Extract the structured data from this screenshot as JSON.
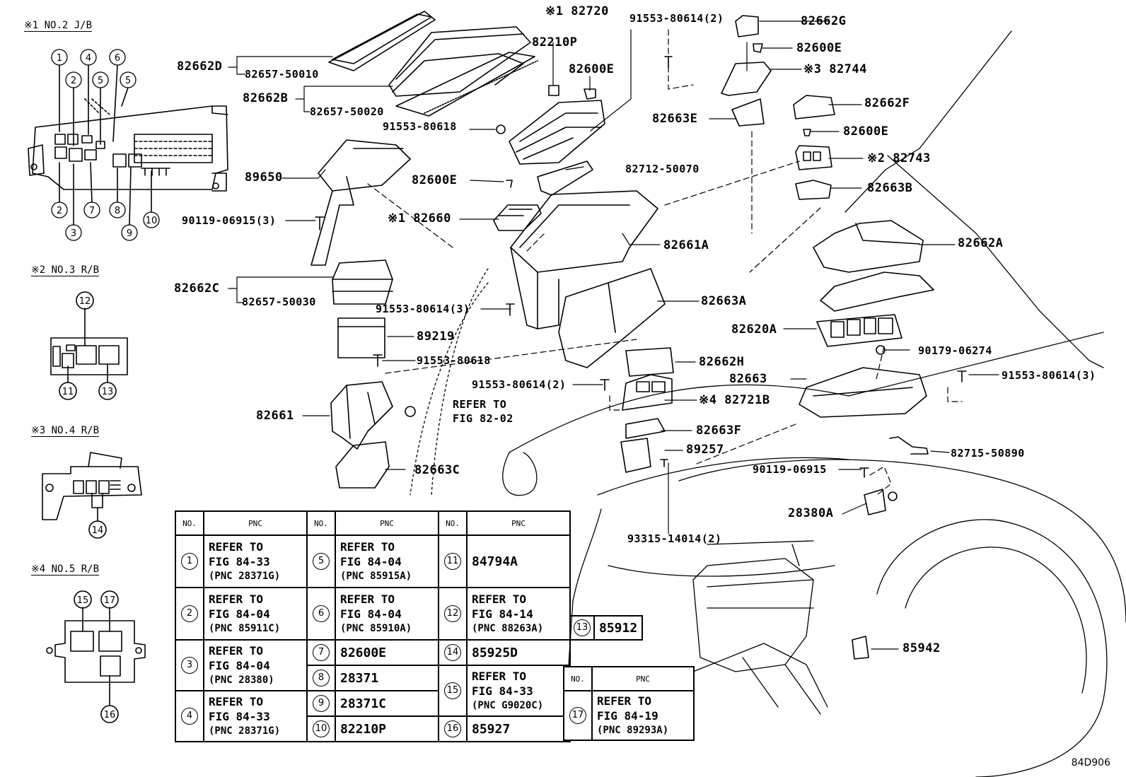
{
  "sections": {
    "s1": "※1 NO.2 J/B",
    "s2": "※2 NO.3 R/B",
    "s3": "※3 NO.4 R/B",
    "s4": "※4 NO.5 R/B"
  },
  "callout_numbers": [
    "1",
    "2",
    "3",
    "4",
    "5",
    "6",
    "7",
    "8",
    "9",
    "10",
    "11",
    "12",
    "13",
    "14",
    "15",
    "16",
    "17"
  ],
  "labels": {
    "p82662D": "82662D",
    "p82657_50010": "82657-50010",
    "p82662B": "82662B",
    "p82657_50020": "82657-50020",
    "p82720": "※1 82720",
    "p82210P": "82210P",
    "p82600E_1": "82600E",
    "p91553_80618_a": "91553-80618",
    "p91553_80614_2a": "91553-80614(2)",
    "p82662G": "82662G",
    "p82600E_2": "82600E",
    "p82744": "※3 82744",
    "p82663E": "82663E",
    "p82662F": "82662F",
    "p82600E_3": "82600E",
    "p82743": "※2 82743",
    "p82663B": "82663B",
    "p89650": "89650",
    "p82712_50070": "82712-50070",
    "p82600E_4": "82600E",
    "p90119_06915_3": "90119-06915(3)",
    "p82660": "※1 82660",
    "p82661A": "82661A",
    "p82662A": "82662A",
    "p82662C": "82662C",
    "p82657_50030": "82657-50030",
    "p91553_80614_3a": "91553-80614(3)",
    "p82663A": "82663A",
    "p89219": "89219",
    "p82620A": "82620A",
    "p90179_06274": "90179-06274",
    "p91553_80618_b": "91553-80618",
    "p82662H": "82662H",
    "p82663": "82663",
    "p91553_80614_3b": "91553-80614(3)",
    "p91553_80614_2b": "91553-80614(2)",
    "p82661": "82661",
    "p82721B": "※4 82721B",
    "p82663F": "82663F",
    "p89257": "89257",
    "p82715_50890": "82715-50890",
    "p82663C": "82663C",
    "p90119_06915": "90119-06915",
    "p28380A": "28380A",
    "p93315_14014": "93315-14014(2)",
    "p85942": "85942",
    "refer_fig": "REFER TO",
    "refer_fig2": "FIG 82-02"
  },
  "table": {
    "hdr_no": "NO.",
    "hdr_pnc": "PNC",
    "rows": {
      "r1": {
        "no": "1",
        "l1": "REFER TO",
        "l2": "FIG 84-33",
        "l3": "(PNC 28371G)"
      },
      "r2": {
        "no": "2",
        "l1": "REFER TO",
        "l2": "FIG 84-04",
        "l3": "(PNC 85911C)"
      },
      "r3": {
        "no": "3",
        "l1": "REFER TO",
        "l2": "FIG 84-04",
        "l3": "(PNC 28380)"
      },
      "r4": {
        "no": "4",
        "l1": "REFER TO",
        "l2": "FIG 84-33",
        "l3": "(PNC 28371G)"
      },
      "r5": {
        "no": "5",
        "l1": "REFER TO",
        "l2": "FIG 84-04",
        "l3": "(PNC 85915A)"
      },
      "r6": {
        "no": "6",
        "l1": "REFER TO",
        "l2": "FIG 84-04",
        "l3": "(PNC 85910A)"
      },
      "r7": {
        "no": "7",
        "val": "82600E"
      },
      "r8": {
        "no": "8",
        "val": "28371"
      },
      "r9": {
        "no": "9",
        "val": "28371C"
      },
      "r10": {
        "no": "10",
        "val": "82210P"
      },
      "r11": {
        "no": "11",
        "val": "84794A"
      },
      "r12": {
        "no": "12",
        "l1": "REFER TO",
        "l2": "FIG 84-14",
        "l3": "(PNC 88263A)"
      },
      "r13": {
        "no": "13",
        "val": "85912"
      },
      "r14": {
        "no": "14",
        "val": "85925D"
      },
      "r15": {
        "no": "15",
        "l1": "REFER TO",
        "l2": "FIG 84-33",
        "l3": "(PNC G9020C)"
      },
      "r16": {
        "no": "16",
        "val": "85927"
      },
      "r17": {
        "no": "17",
        "l1": "REFER TO",
        "l2": "FIG 84-19",
        "l3": "(PNC 89293A)"
      }
    }
  },
  "figure_code": "84D906"
}
